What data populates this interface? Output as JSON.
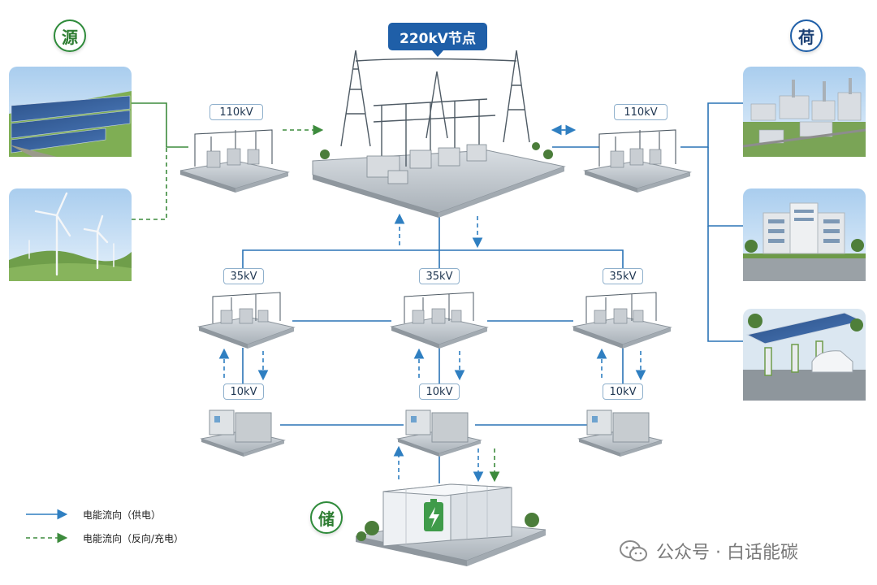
{
  "badges": {
    "source": "源",
    "load": "荷",
    "storage": "储"
  },
  "node_title": "220kV节点",
  "voltage_labels": {
    "left_110": "110kV",
    "right_110": "110kV",
    "mid35_left": "35kV",
    "mid35_center": "35kV",
    "mid35_right": "35kV",
    "low10_left": "10kV",
    "low10_center": "10kV",
    "low10_right": "10kV"
  },
  "legend": {
    "supply": "电能流向（供电）",
    "reverse": "电能流向（反向/充电）"
  },
  "watermark": "公众号 · 白话能碳",
  "colors": {
    "supply_arrow": "#2f7fc1",
    "reverse_arrow": "#3d8b3d",
    "grid_line": "#2a73b5",
    "title_bg": "#1f5fa8"
  },
  "icons": {
    "solar_panel": "solar-farm-photo",
    "wind_turbine": "wind-farm-photo",
    "factory": "industrial-park-photo",
    "office": "office-building-photo",
    "ev_charging": "ev-charging-photo",
    "battery": "battery-storage-icon"
  }
}
